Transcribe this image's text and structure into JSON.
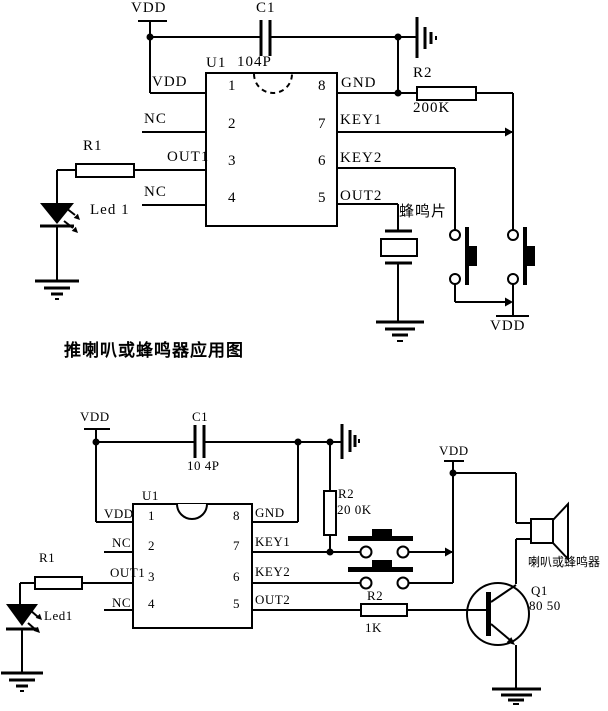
{
  "caption": "推喇叭或蜂鸣器应用图",
  "top_circuit": {
    "power_top": "VDD",
    "power_buttons": "VDD",
    "c1_ref": "C1",
    "c1_value": "104P",
    "u1_ref": "U1",
    "pin_labels_left": [
      "VDD",
      "NC",
      "OUT1",
      "NC"
    ],
    "pin_numbers_left": [
      "1",
      "2",
      "3",
      "4"
    ],
    "pin_labels_right": [
      "GND",
      "KEY1",
      "KEY2",
      "OUT2"
    ],
    "pin_numbers_right": [
      "8",
      "7",
      "6",
      "5"
    ],
    "r2_ref": "R2",
    "r2_value": "200K",
    "r1_ref": "R1",
    "led_ref": "Led 1",
    "buzzer_label": "蜂鸣片"
  },
  "bottom_circuit": {
    "power_left": "VDD",
    "power_right": "VDD",
    "c1_ref": "C1",
    "c1_value": "10 4P",
    "u1_ref": "U1",
    "pin_labels_left": [
      "VDD",
      "NC",
      "OUT1",
      "NC"
    ],
    "pin_numbers_left": [
      "1",
      "2",
      "3",
      "4"
    ],
    "pin_labels_right": [
      "GND",
      "KEY1",
      "KEY2",
      "OUT2"
    ],
    "pin_numbers_right": [
      "8",
      "7",
      "6",
      "5"
    ],
    "r2_ref": "R2",
    "r2_value": "20 0K",
    "r1_ref": "R1",
    "led_ref": "Led1",
    "rb_ref": "R2",
    "rb_value": "1K",
    "q1_ref": "Q1",
    "q1_value": "80 50",
    "speaker_label": "喇叭或蜂鸣器"
  },
  "colors": {
    "ink": "#000000",
    "background": "#ffffff"
  }
}
